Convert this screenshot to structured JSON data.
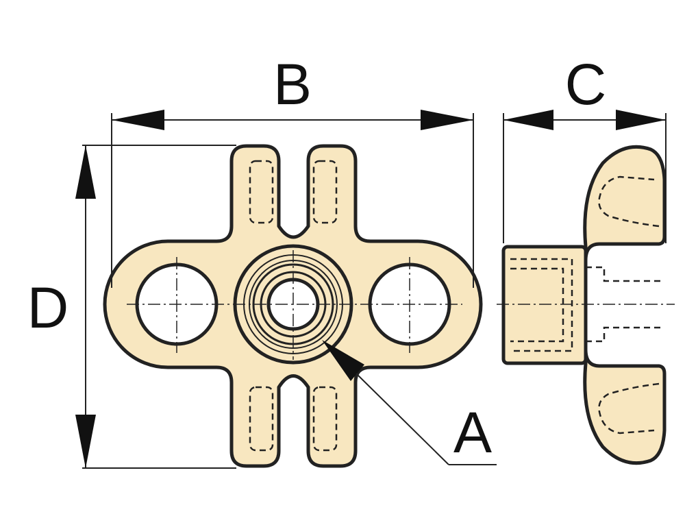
{
  "labels": {
    "A": "A",
    "B": "B",
    "C": "C",
    "D": "D"
  },
  "colors": {
    "part_fill": "#f8e7c0",
    "outline": "#222222"
  }
}
